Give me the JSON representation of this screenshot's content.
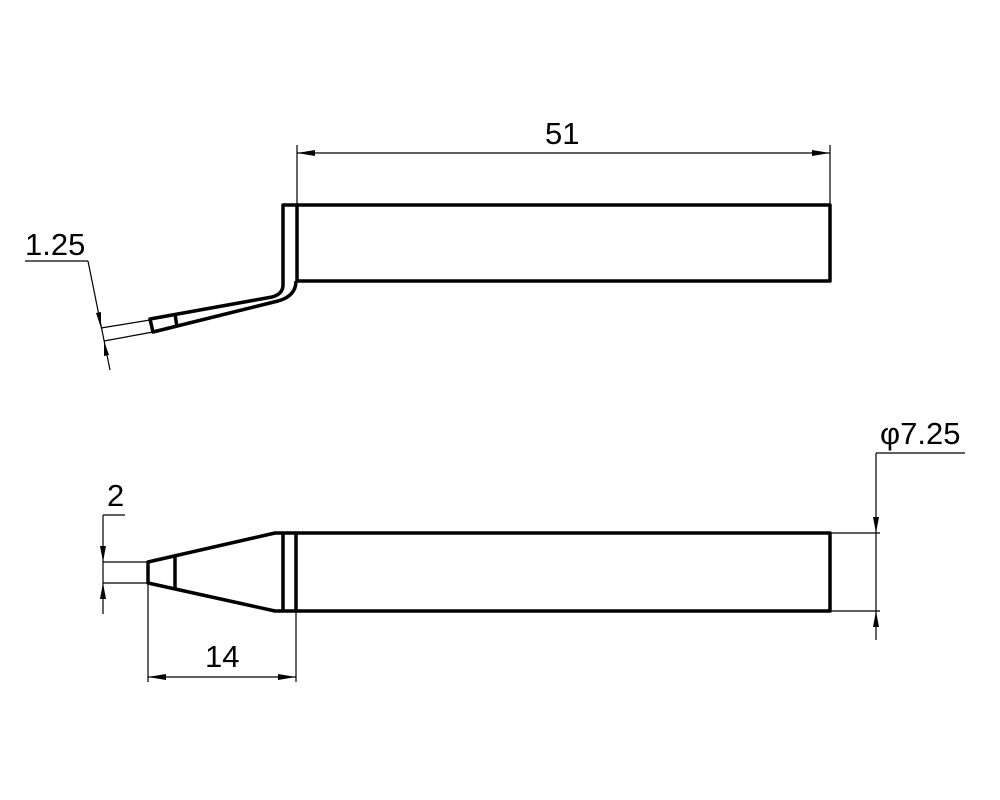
{
  "drawing": {
    "side_view": {
      "length_label": "51",
      "bend_thickness_label": "1.25"
    },
    "top_view": {
      "tip_width_label": "2",
      "taper_length_label": "14",
      "diameter_label": "φ7.25"
    }
  }
}
